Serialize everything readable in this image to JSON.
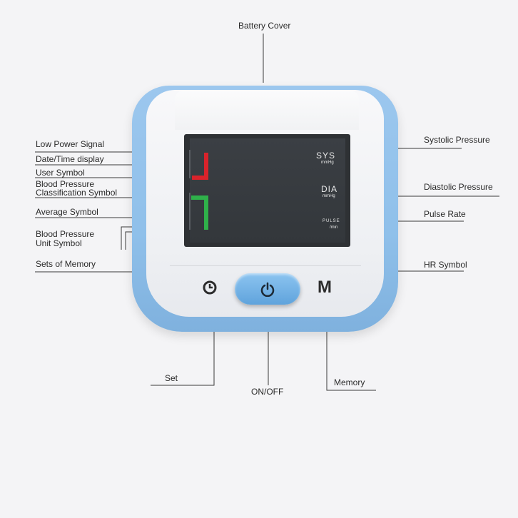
{
  "labels": {
    "battery_cover": "Battery Cover",
    "low_power": "Low Power Signal",
    "date_time": "Date/Time display",
    "user_symbol": "User Symbol",
    "bp_class_1": "Blood Pressure",
    "bp_class_2": "Classification Symbol",
    "average": "Average Symbol",
    "bp_unit_1": "Blood Pressure",
    "bp_unit_2": "Unit Symbol",
    "sets_memory": "Sets of Memory",
    "systolic": "Systolic Pressure",
    "diastolic": "Diastolic Pressure",
    "pulse_rate": "Pulse Rate",
    "hr_symbol": "HR Symbol",
    "set": "Set",
    "on_off": "ON/OFF",
    "memory": "Memory"
  },
  "lcd": {
    "sys": "SYS",
    "sys_unit": "mmHg",
    "dia": "DIA",
    "dia_unit": "mmHg",
    "pulse": "PULSE",
    "pulse_unit": "/min"
  },
  "buttons": {
    "memory_letter": "M"
  },
  "colors": {
    "device_blue": "#8fc0ea",
    "button_blue": "#5fa3dc",
    "indicator_red": "#d9232b",
    "indicator_green": "#2fb14a",
    "lcd_dark": "#33373b"
  }
}
